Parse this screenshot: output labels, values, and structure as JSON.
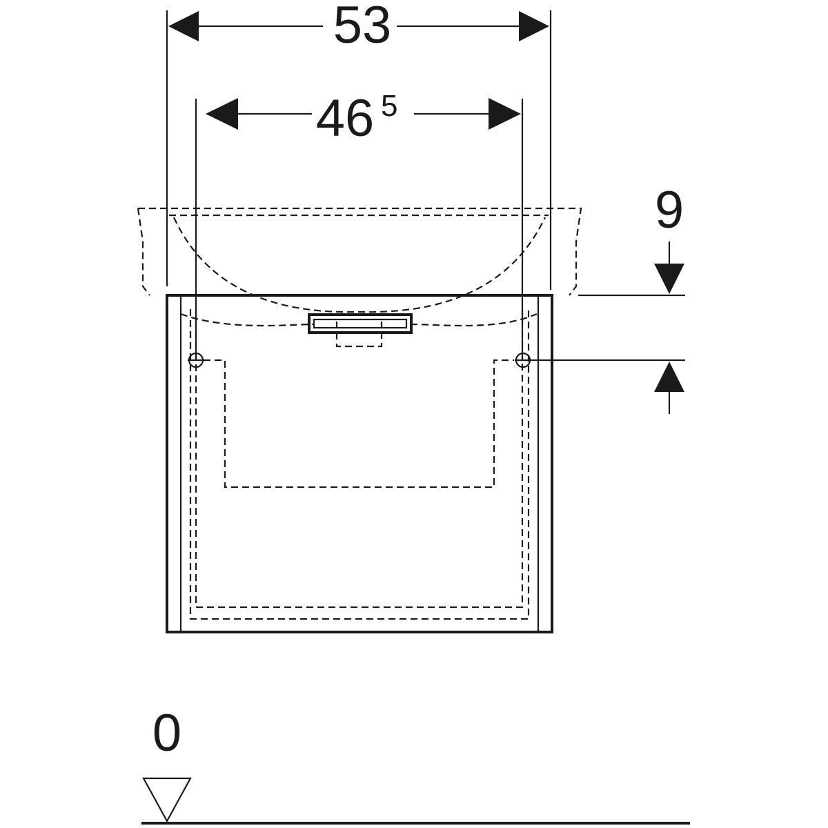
{
  "dimensions": {
    "overall_width": "53",
    "axis_spacing_main": "46",
    "axis_spacing_fraction": "5",
    "height_offset": "9",
    "floor_reference": "0"
  },
  "colors": {
    "ink": "#1a1a1a",
    "background": "#ffffff"
  }
}
